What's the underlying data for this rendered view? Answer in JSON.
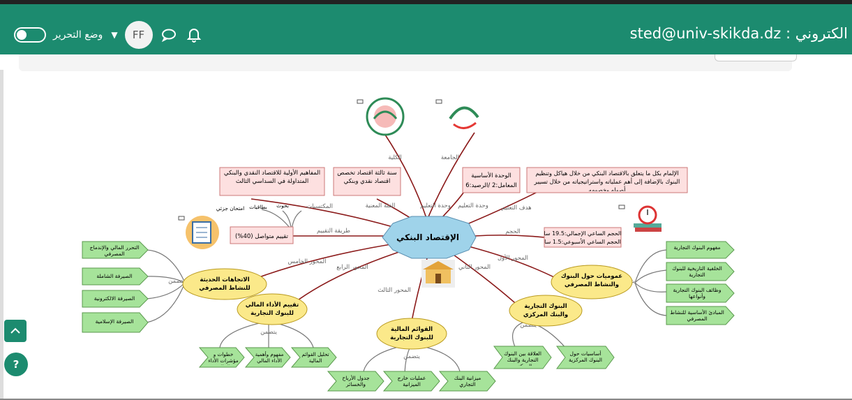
{
  "header": {
    "email": "sted@univ-skikda.dz : الكتروني",
    "edit_mode_label": "وضع التحرير",
    "avatar_initials": "FF",
    "bg_color": "#1c8b6f"
  },
  "mindmap": {
    "center": "الإقتصاد البنكي",
    "branch_labels": {
      "college": "الكلية",
      "university": "الجامعة",
      "prerequisites": "المكتسبات",
      "target_group": "الفئة المعنية",
      "teaching_unit": "وحدة التعليم",
      "objective": "هدف التعليم",
      "evaluation": "طريقة التقييم",
      "volume": "الحجم",
      "axis1": "المحور الأول",
      "axis2": "المحور الثاني",
      "axis3": "المحور الثالث",
      "axis4": "المحور الرابع",
      "axis5": "المحور الخامس",
      "includes": "يتضمن"
    },
    "info_boxes": {
      "prerequisites": "المفاهيم الأولية للاقتصاد النقدي والبنكي المتداولة في السداسي الثالث",
      "target_group": "سنة ثالثة اقتصاد تخصص اقتصاد نقدي وبنكي",
      "teaching_unit_l1": "الوحدة الأساسية",
      "teaching_unit_l2": "المعامل:2 /الرصيد:6",
      "objective": "الإلمام بكل ما يتعلق بالاقتصاد البنكي من خلال هياكل وتنظيم البنوك بالإضافة إلى أهم عملياته واستراتيجياته من خلال تسيير أصوله وخصومه",
      "volume_l1": "الحجم الساعي الإجمالي:19.5 سا",
      "volume_l2": "الحجم الساعي الأسبوعي:1.5 سا",
      "evaluation": "تقييم متواصل (40%)"
    },
    "evaluation_items": [
      "بحوث",
      "بطاقيات",
      "امتحان جزئي"
    ],
    "axes": {
      "axis1": "عموميات حول البنوك والنشاط المصرفي",
      "axis2": "البنوك التجارية والبنك المركزي",
      "axis3": "القوائم المالية للبنوك التجارية",
      "axis4": "تقييم الأداء المالي للبنوك التجارية",
      "axis5": "الاتجاهات الحديثة للنشاط المصرفي"
    },
    "axis1_items": [
      "مفهوم البنوك التجارية",
      "الخلفية التاريخية للبنوك التجارية",
      "وظائف البنوك التجارية وأنواعها",
      "المبادئ الأساسية للنشاط المصرفي"
    ],
    "axis2_items": [
      "أساسيات حول البنوك المركزية",
      "العلاقة بين البنوك التجارية والبنك المركزي"
    ],
    "axis3_items": [
      "ميزانية البنك التجاري",
      "عمليات خارج الميزانية",
      "جدول الأرباح والخسائر"
    ],
    "axis4_items": [
      "تحليل القوائم المالية",
      "مفهوم وأهمية الأداء المالي",
      "خطوات و مؤشرات الأداء المالي"
    ],
    "axis5_items": [
      "التحرر المالي والإندماج المصرفي",
      "الصيرفة الشاملة",
      "الصيرفة الالكترونية",
      "الصيرفة الإسلامية"
    ],
    "colors": {
      "center_fill": "#9fd3ea",
      "box_fill": "#fde0e0",
      "axis_fill": "#fbe98a",
      "leaf_fill": "#a6e39a",
      "line": "#8b1a1a"
    }
  }
}
